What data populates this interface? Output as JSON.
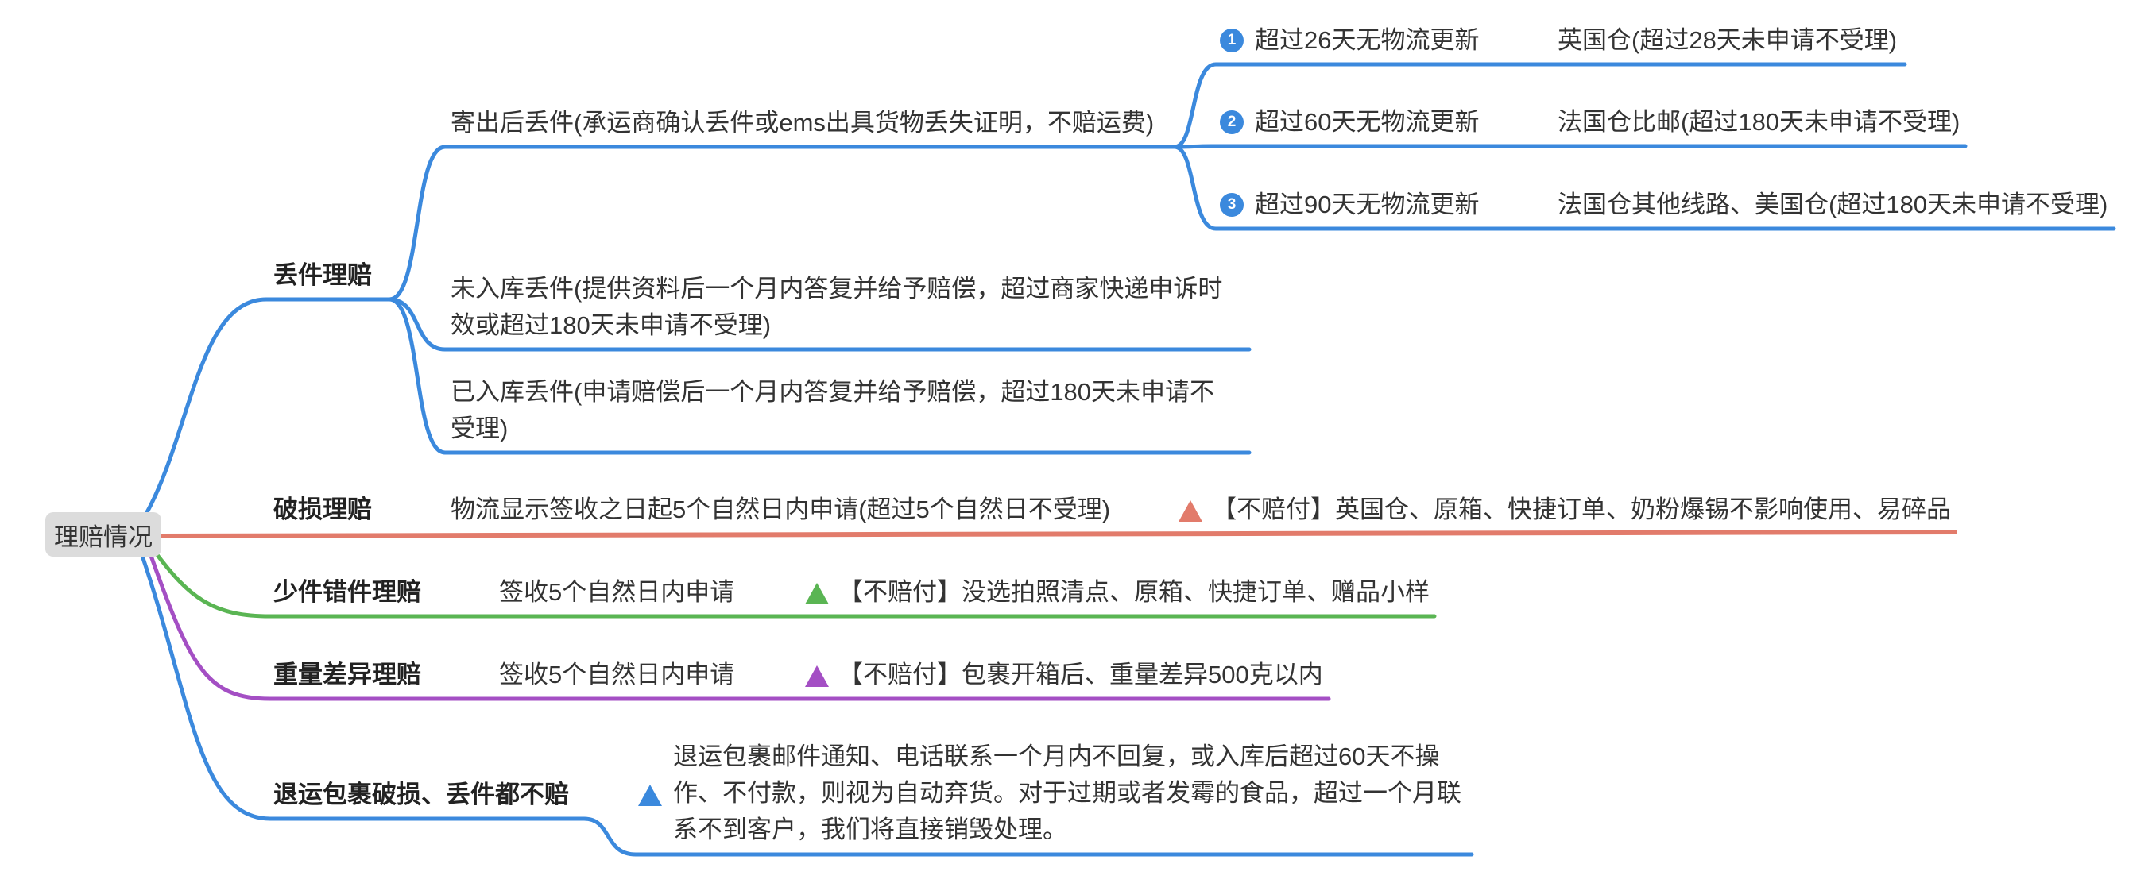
{
  "colors": {
    "blue": "#3b89dd",
    "red": "#e27b6b",
    "green": "#5ab553",
    "purple": "#a44fc4",
    "root_bg": "#dcdcdc"
  },
  "root": {
    "label": "理赔情况"
  },
  "branches": {
    "lost": {
      "title": "丢件理赔",
      "after_ship": {
        "text": "寄出后丢件(承运商确认丢件或ems出具货物丢失证明，不赔运费)",
        "items": [
          {
            "num": "1",
            "condition": "超过26天无物流更新",
            "detail": "英国仓(超过28天未申请不受理)"
          },
          {
            "num": "2",
            "condition": "超过60天无物流更新",
            "detail": "法国仓比邮(超过180天未申请不受理)"
          },
          {
            "num": "3",
            "condition": "超过90天无物流更新",
            "detail": "法国仓其他线路、美国仓(超过180天未申请不受理)"
          }
        ]
      },
      "not_stocked": "未入库丢件(提供资料后一个月内答复并给予赔偿，超过商家快递申诉时效或超过180天未申请不受理)",
      "stocked": "已入库丢件(申请赔偿后一个月内答复并给予赔偿，超过180天未申请不受理)"
    },
    "damage": {
      "title": "破损理赔",
      "rule": "物流显示签收之日起5个自然日内申请(超过5个自然日不受理)",
      "note": "【不赔付】英国仓、原箱、快捷订单、奶粉爆锡不影响使用、易碎品"
    },
    "missing": {
      "title": "少件错件理赔",
      "rule": "签收5个自然日内申请",
      "note": "【不赔付】没选拍照清点、原箱、快捷订单、赠品小样"
    },
    "weight": {
      "title": "重量差异理赔",
      "rule": "签收5个自然日内申请",
      "note": "【不赔付】包裹开箱后、重量差异500克以内"
    },
    "returns": {
      "title": "退运包裹破损、丢件都不赔",
      "note": "退运包裹邮件通知、电话联系一个月内不回复，或入库后超过60天不操作、不付款，则视为自动弃货。对于过期或者发霉的食品，超过一个月联系不到客户，我们将直接销毁处理。"
    }
  }
}
